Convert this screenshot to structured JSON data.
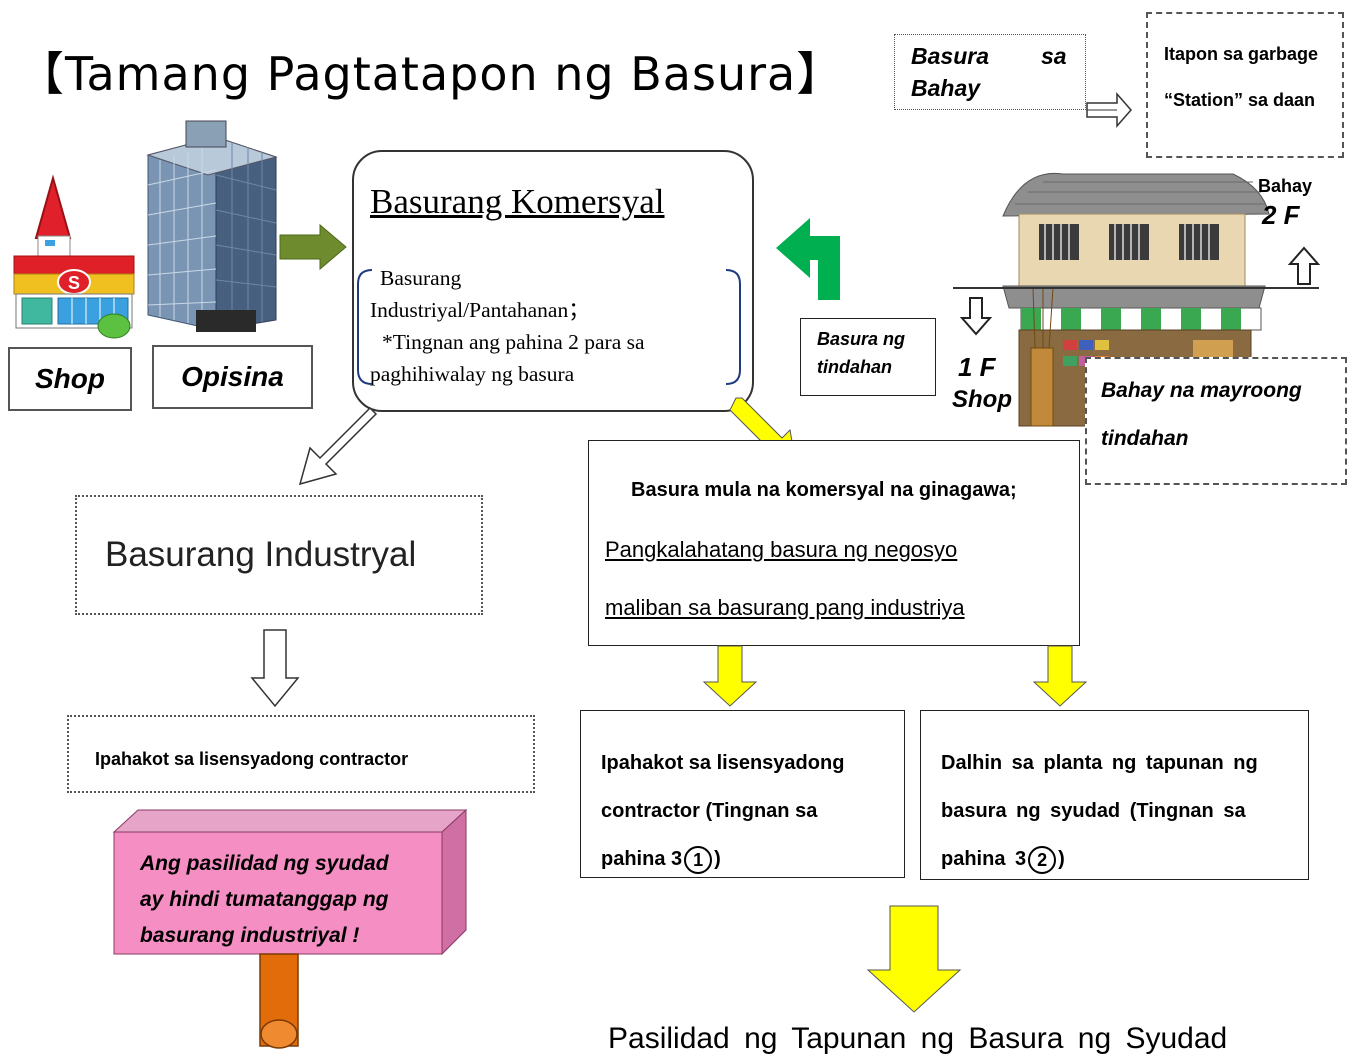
{
  "title": "【Tamang Pagtatapon ng Basura】",
  "sources": {
    "shop_label": "Shop",
    "office_label": "Opisina",
    "shop_sign": "S"
  },
  "komersyal": {
    "title": "Basurang Komersyal",
    "line1": "Basurang",
    "line2": "Industriyal/Pantahanan；",
    "line3": "*Tingnan ang pahina 2 para sa",
    "line4": "paghihiwalay ng basura"
  },
  "household": {
    "label": "Basura sa Bahay",
    "label_w1": "Basura",
    "label_w2": "sa",
    "label_w3": "Bahay",
    "note_line1": "Itapon sa garbage",
    "note_line2": "“Station” sa daan"
  },
  "shop_house": {
    "floor2_word": "Bahay",
    "floor2_label": "2 F",
    "floor1_label": "1 F",
    "floor1_word": "Shop",
    "store_waste_line1": "Basura ng",
    "store_waste_line2": "tindahan",
    "caption_line1": "Bahay na mayroong",
    "caption_line2": "tindahan"
  },
  "industrial": {
    "title": "Basurang Industryal",
    "action": "Ipahakot sa lisensyadong contractor",
    "warning_line1": "Ang pasilidad ng syudad",
    "warning_line2": "ay hindi tumatanggap ng",
    "warning_line3": "basurang industriyal !"
  },
  "business": {
    "heading": "Basura mula na komersyal na ginagawa;",
    "line1": "Pangkalahatang basura ng negosyo",
    "line2": "maliban sa basurang pang industriya"
  },
  "options": {
    "contractor_line1": "Ipahakot sa lisensyadong",
    "contractor_line2": "contractor (Tingnan sa",
    "contractor_line3": "pahina 3",
    "contractor_num": "1",
    "plant_line1": "Dalhin sa planta ng tapunan ng",
    "plant_line2": "basura ng syudad (Tingnan sa",
    "plant_line3": "pahina 3",
    "plant_num": "2"
  },
  "facility": "Pasilidad ng Tapunan ng Basura ng Syudad",
  "colors": {
    "yellow_arrow": "#ffff00",
    "green_arrow": "#00b050",
    "olive_arrow": "#6e8c2e",
    "warning_front": "#f58ec2",
    "warning_side": "#d06fa3",
    "post": "#e36c0a"
  }
}
